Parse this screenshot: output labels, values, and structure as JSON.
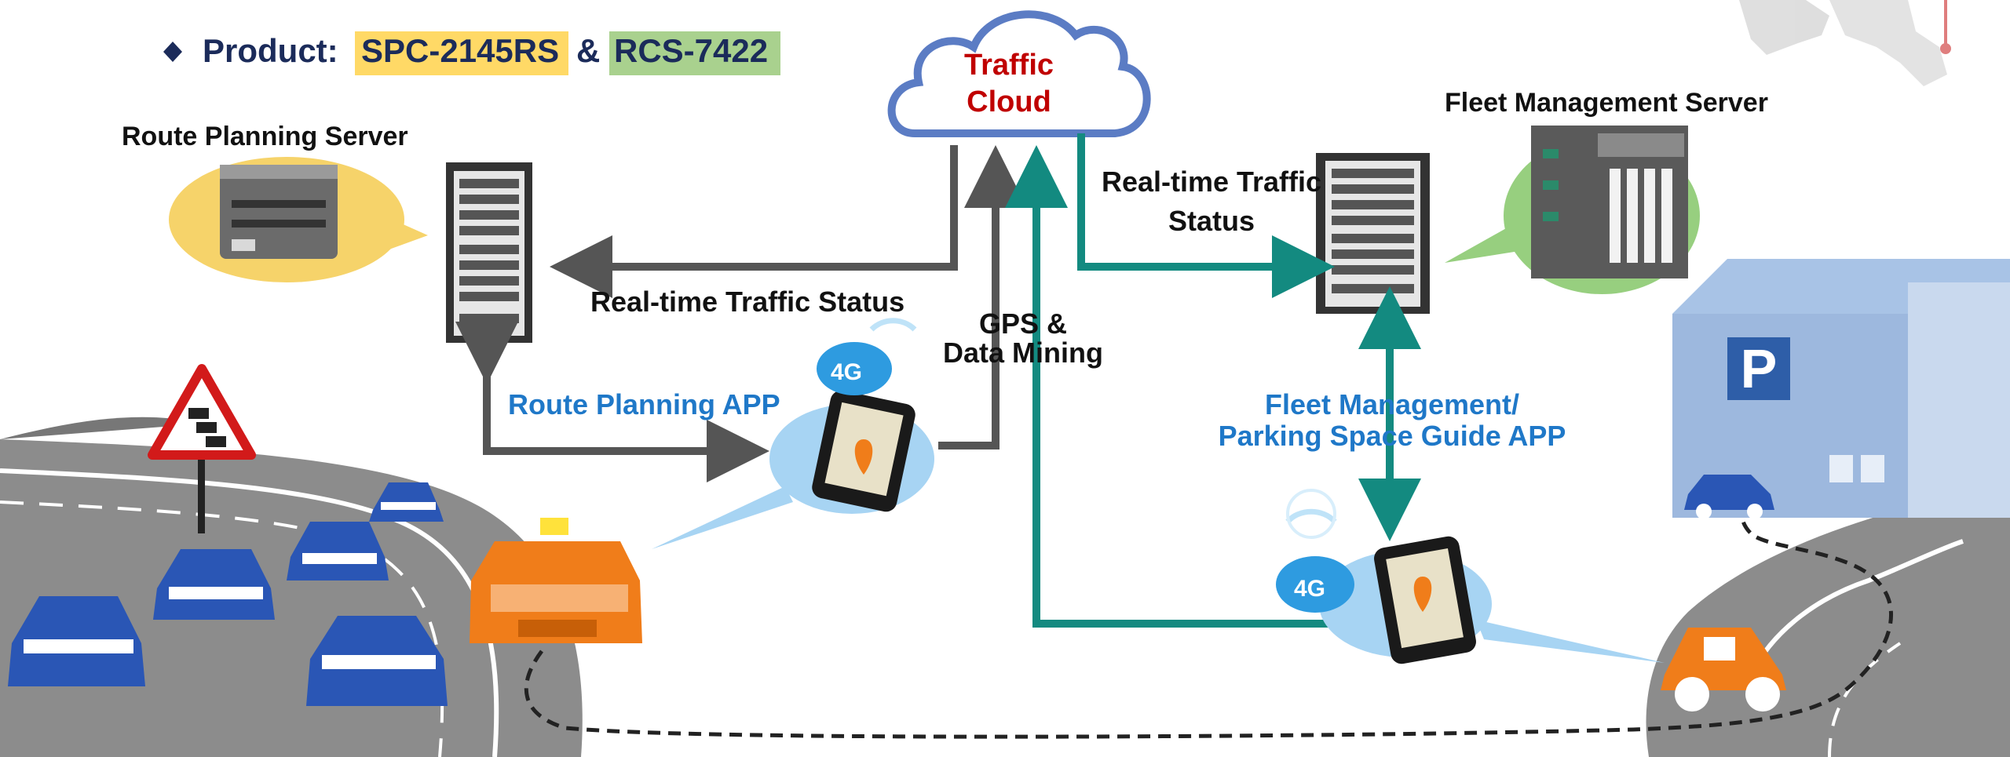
{
  "product": {
    "prefix": "Product:",
    "item1": "SPC-2145RS",
    "joiner": "&",
    "item2": "RCS-7422",
    "item1_color": "#ffd966",
    "item2_color": "#a9d18e"
  },
  "cloud": {
    "line1": "Traffic",
    "line2": "Cloud"
  },
  "servers": {
    "route": "Route Planning Server",
    "fleet": "Fleet Management Server"
  },
  "flows": {
    "traffic_status_left": "Real-time Traffic Status",
    "traffic_status_right_1": "Real-time Traffic",
    "traffic_status_right_2": "Status",
    "gps_1": "GPS &",
    "gps_2": "Data Mining"
  },
  "apps": {
    "route_app": "Route Planning APP",
    "fleet_app_1": "Fleet Management/",
    "fleet_app_2": "Parking Space Guide APP"
  },
  "badges": {
    "network": "4G"
  },
  "parking_sign": "P",
  "colors": {
    "dark_arrow": "#555555",
    "teal_arrow": "#138a80",
    "app_text": "#1f78c8",
    "cloud_text": "#c00000",
    "car_blue": "#2a56b5",
    "car_orange": "#f07d1a",
    "road": "#8c8c8c"
  }
}
